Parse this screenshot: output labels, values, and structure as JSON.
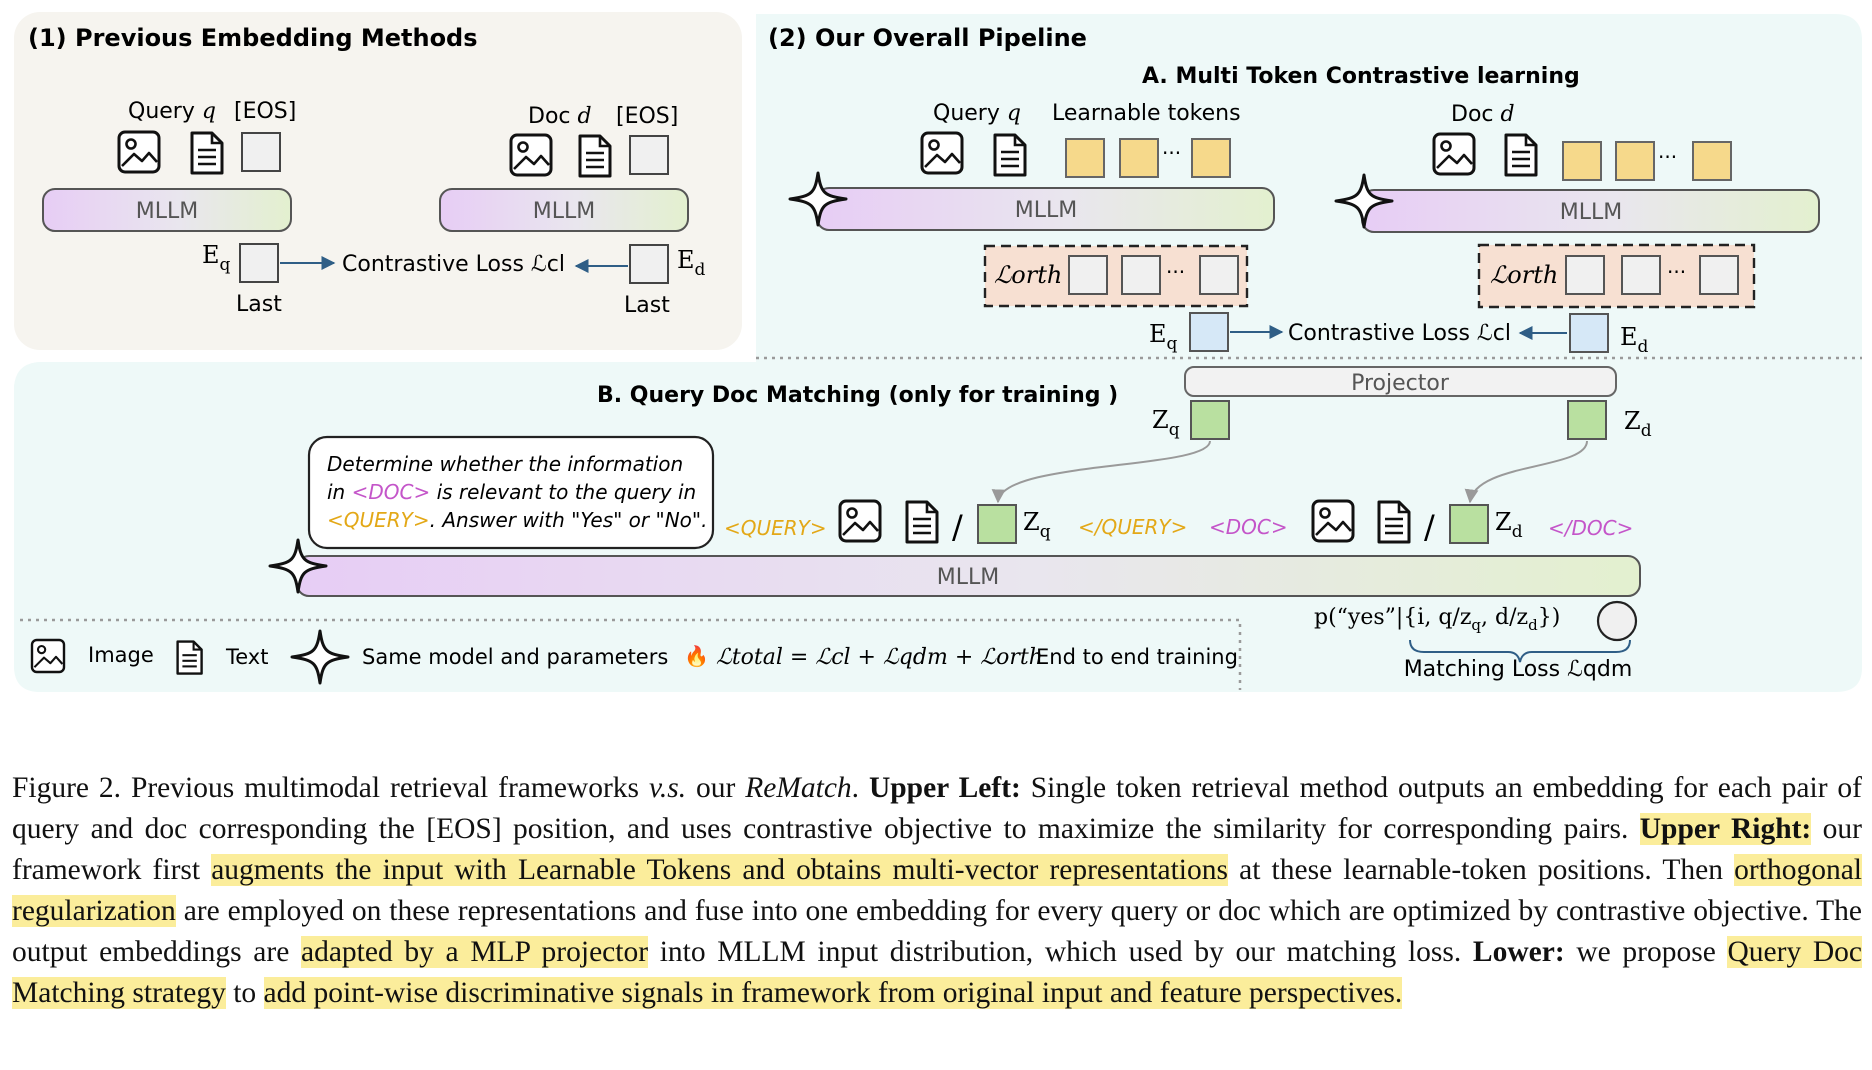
{
  "panels": {
    "prev_title": "(1) Previous Embedding Methods",
    "ours_title": "(2) Our Overall Pipeline",
    "section_a_title": "A. Multi Token Contrastive learning",
    "section_b_title": "B. Query Doc Matching  (only for training )"
  },
  "prev": {
    "query_label": "Query ",
    "query_sym": "q",
    "doc_label": "Doc ",
    "doc_sym": "d",
    "eos_left": "[EOS]",
    "eos_right": "[EOS]",
    "mllm_left": "MLLM",
    "mllm_right": "MLLM",
    "eq_main": "E",
    "eq_sub": "q",
    "ed_main": "E",
    "ed_sub": "d",
    "loss": "Contrastive Loss ℒcl",
    "last_left": "Last",
    "last_right": "Last"
  },
  "multi": {
    "query_label": "Query ",
    "query_sym": "q",
    "learnable": "Learnable tokens",
    "doc_label": "Doc ",
    "doc_sym": "d",
    "mllm_left": "MLLM",
    "mllm_right": "MLLM",
    "lorth_left": "ℒorth",
    "lorth_right": "ℒorth",
    "ellipsis": "···",
    "eq_main": "E",
    "eq_sub": "q",
    "ed_main": "E",
    "ed_sub": "d",
    "loss": "Contrastive Loss ℒcl"
  },
  "matching": {
    "projector": "Projector",
    "zq_main": "Z",
    "zq_sub": "q",
    "zd_main": "Z",
    "zd_sub": "d",
    "prompt_line1": "Determine whether the information",
    "prompt_line2_pre": "in ",
    "prompt_line2_tag": "<DOC>",
    "prompt_line2_post": " is relevant to the query in",
    "prompt_line3_tag": "<QUERY>",
    "prompt_line3_post": ". Answer with \"Yes\" or \"No\".",
    "tag_query_open": "<QUERY>",
    "tag_query_close": "</QUERY>",
    "tag_doc_open": "<DOC>",
    "tag_doc_close": "</DOC>",
    "slash": "/",
    "mllm": "MLLM",
    "prob": "p(“yes”|{i, q/z",
    "prob_sub_q": "q",
    "prob_mid": ", d/z",
    "prob_sub_d": "d",
    "prob_end": "})",
    "matching_loss": "Matching Loss ℒqdm"
  },
  "legend": {
    "image": "Image",
    "text": "Text",
    "same_model": "Same model and parameters",
    "fire_icon": "🔥",
    "total": "ℒtotal = ℒcl + ℒqdm + ℒorth",
    "e2e": "End to end training"
  },
  "colors": {
    "prev_bg": "#f6f4ef",
    "ours_bg": "#eef9f8",
    "token_yellow": "#f6d98b",
    "token_blue": "#d6e8f7",
    "token_green": "#b9e0a0",
    "token_gray": "#f0f0f0",
    "orth_bg": "#f7e0d2",
    "tag_orange": "#e3a817",
    "tag_magenta": "#c455c9",
    "arrow_blue": "#2f5e86"
  },
  "caption": {
    "fig": "Figure 2.",
    "p1": " Previous multimodal retrieval frameworks ",
    "vs": "v.s.",
    "p2": " our ",
    "name": "ReMatch",
    "p3": ". ",
    "ul_label": "Upper Left:",
    "ul_text": " Single token retrieval method outputs an embedding for each pair of query and doc corresponding the [EOS] position, and uses contrastive objective to maximize the similarity for corresponding pairs.  ",
    "ur_label": "Upper Right:",
    "ur_text1": " our framework first ",
    "hl1": "augments the input with Learnable Tokens and obtains multi-vector representations",
    "ur_text2": " at these learnable-token positions.  Then ",
    "hl2": "orthogonal regularization",
    "ur_text3": " are employed on these representations and fuse into one embedding for every query or doc which are optimized by contrastive objective.  The output embeddings are ",
    "hl3": "adapted by a MLP projector",
    "ur_text4": " into MLLM input distribution, which used by our matching loss. ",
    "lower_label": "Lower:",
    "lower_text1": " we propose ",
    "hl4": "Query Doc Matching strategy",
    "lower_text2": " to ",
    "hl5": "add point-wise discriminative signals in framework from original input and feature perspectives."
  }
}
